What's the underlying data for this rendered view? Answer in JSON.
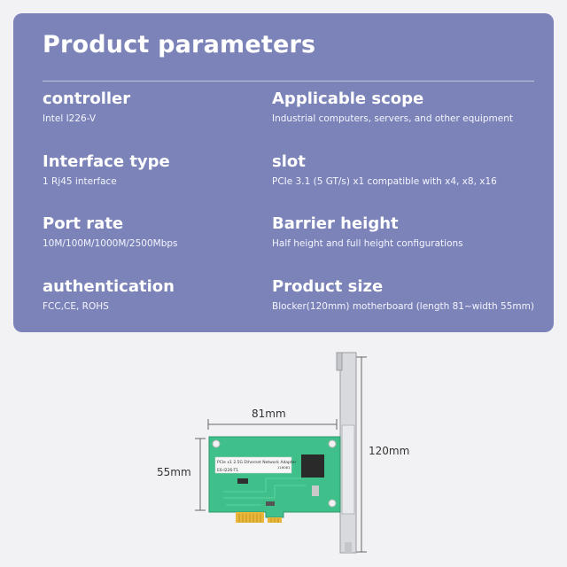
{
  "panel": {
    "title": "Product parameters",
    "accent_color": "#7b83b8",
    "params": [
      {
        "label": "controller",
        "value": "Intel I226-V"
      },
      {
        "label": "Applicable scope",
        "value": "Industrial computers, servers, and other equipment"
      },
      {
        "label": "Interface type",
        "value": "1 Rj45 interface"
      },
      {
        "label": "slot",
        "value": "PCIe 3.1 (5 GT/s) x1 compatible with x4, x8, x16"
      },
      {
        "label": "Port rate",
        "value": "10M/100M/1000M/2500Mbps"
      },
      {
        "label": "Barrier height",
        "value": "Half height and full height configurations"
      },
      {
        "label": "authentication",
        "value": "FCC,CE, ROHS"
      },
      {
        "label": "Product size",
        "value": "Blocker(120mm) motherboard (length 81~width 55mm)"
      }
    ]
  },
  "product": {
    "width_dimension": "81mm",
    "height_dimension": "55mm",
    "bracket_dimension": "120mm",
    "pcb_color": "#3fbf8a",
    "sticker_text": "PCIe x1 2.5G Ethernet Network Adapter",
    "sticker_code": "116081",
    "model_text": "E6-I226-T1"
  }
}
